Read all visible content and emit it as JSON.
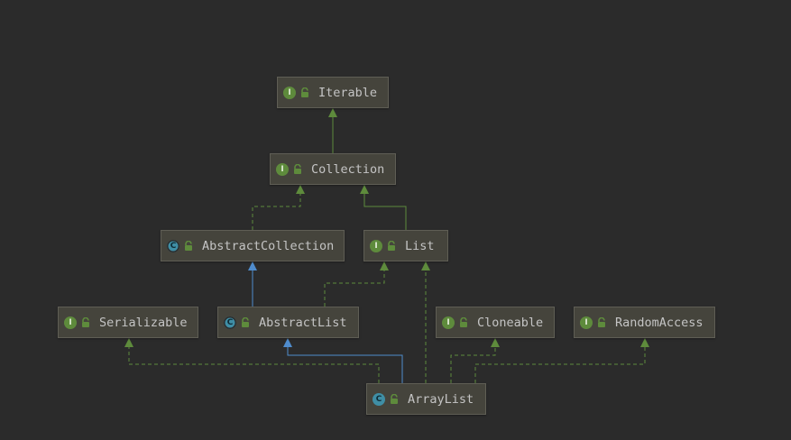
{
  "diagram": {
    "nodes": [
      {
        "id": "iterable",
        "label": "Iterable",
        "kind": "interface",
        "badge": "I"
      },
      {
        "id": "collection",
        "label": "Collection",
        "kind": "interface",
        "badge": "I"
      },
      {
        "id": "abstract-collection",
        "label": "AbstractCollection",
        "kind": "abstract",
        "badge": "C"
      },
      {
        "id": "list",
        "label": "List",
        "kind": "interface",
        "badge": "I"
      },
      {
        "id": "serializable",
        "label": "Serializable",
        "kind": "interface",
        "badge": "I"
      },
      {
        "id": "abstract-list",
        "label": "AbstractList",
        "kind": "abstract",
        "badge": "C"
      },
      {
        "id": "cloneable",
        "label": "Cloneable",
        "kind": "interface",
        "badge": "I"
      },
      {
        "id": "random-access",
        "label": "RandomAccess",
        "kind": "interface",
        "badge": "I"
      },
      {
        "id": "array-list",
        "label": "ArrayList",
        "kind": "class",
        "badge": "C"
      }
    ],
    "edges": [
      {
        "from": "collection",
        "to": "iterable",
        "type": "interface-extends"
      },
      {
        "from": "abstract-collection",
        "to": "collection",
        "type": "implements"
      },
      {
        "from": "list",
        "to": "collection",
        "type": "interface-extends"
      },
      {
        "from": "abstract-list",
        "to": "abstract-collection",
        "type": "extends"
      },
      {
        "from": "abstract-list",
        "to": "list",
        "type": "implements"
      },
      {
        "from": "array-list",
        "to": "serializable",
        "type": "implements"
      },
      {
        "from": "array-list",
        "to": "abstract-list",
        "type": "extends"
      },
      {
        "from": "array-list",
        "to": "list",
        "type": "implements"
      },
      {
        "from": "array-list",
        "to": "cloneable",
        "type": "implements"
      },
      {
        "from": "array-list",
        "to": "random-access",
        "type": "implements"
      }
    ],
    "colors": {
      "background": "#2b2b2b",
      "node_fill": "#45443c",
      "interface_edge": "#5e8b3c",
      "extends_edge": "#4f8ccd",
      "interface_badge": "#5e8b3c",
      "class_badge": "#3f8ea5",
      "lock": "#5e8b3c"
    }
  }
}
